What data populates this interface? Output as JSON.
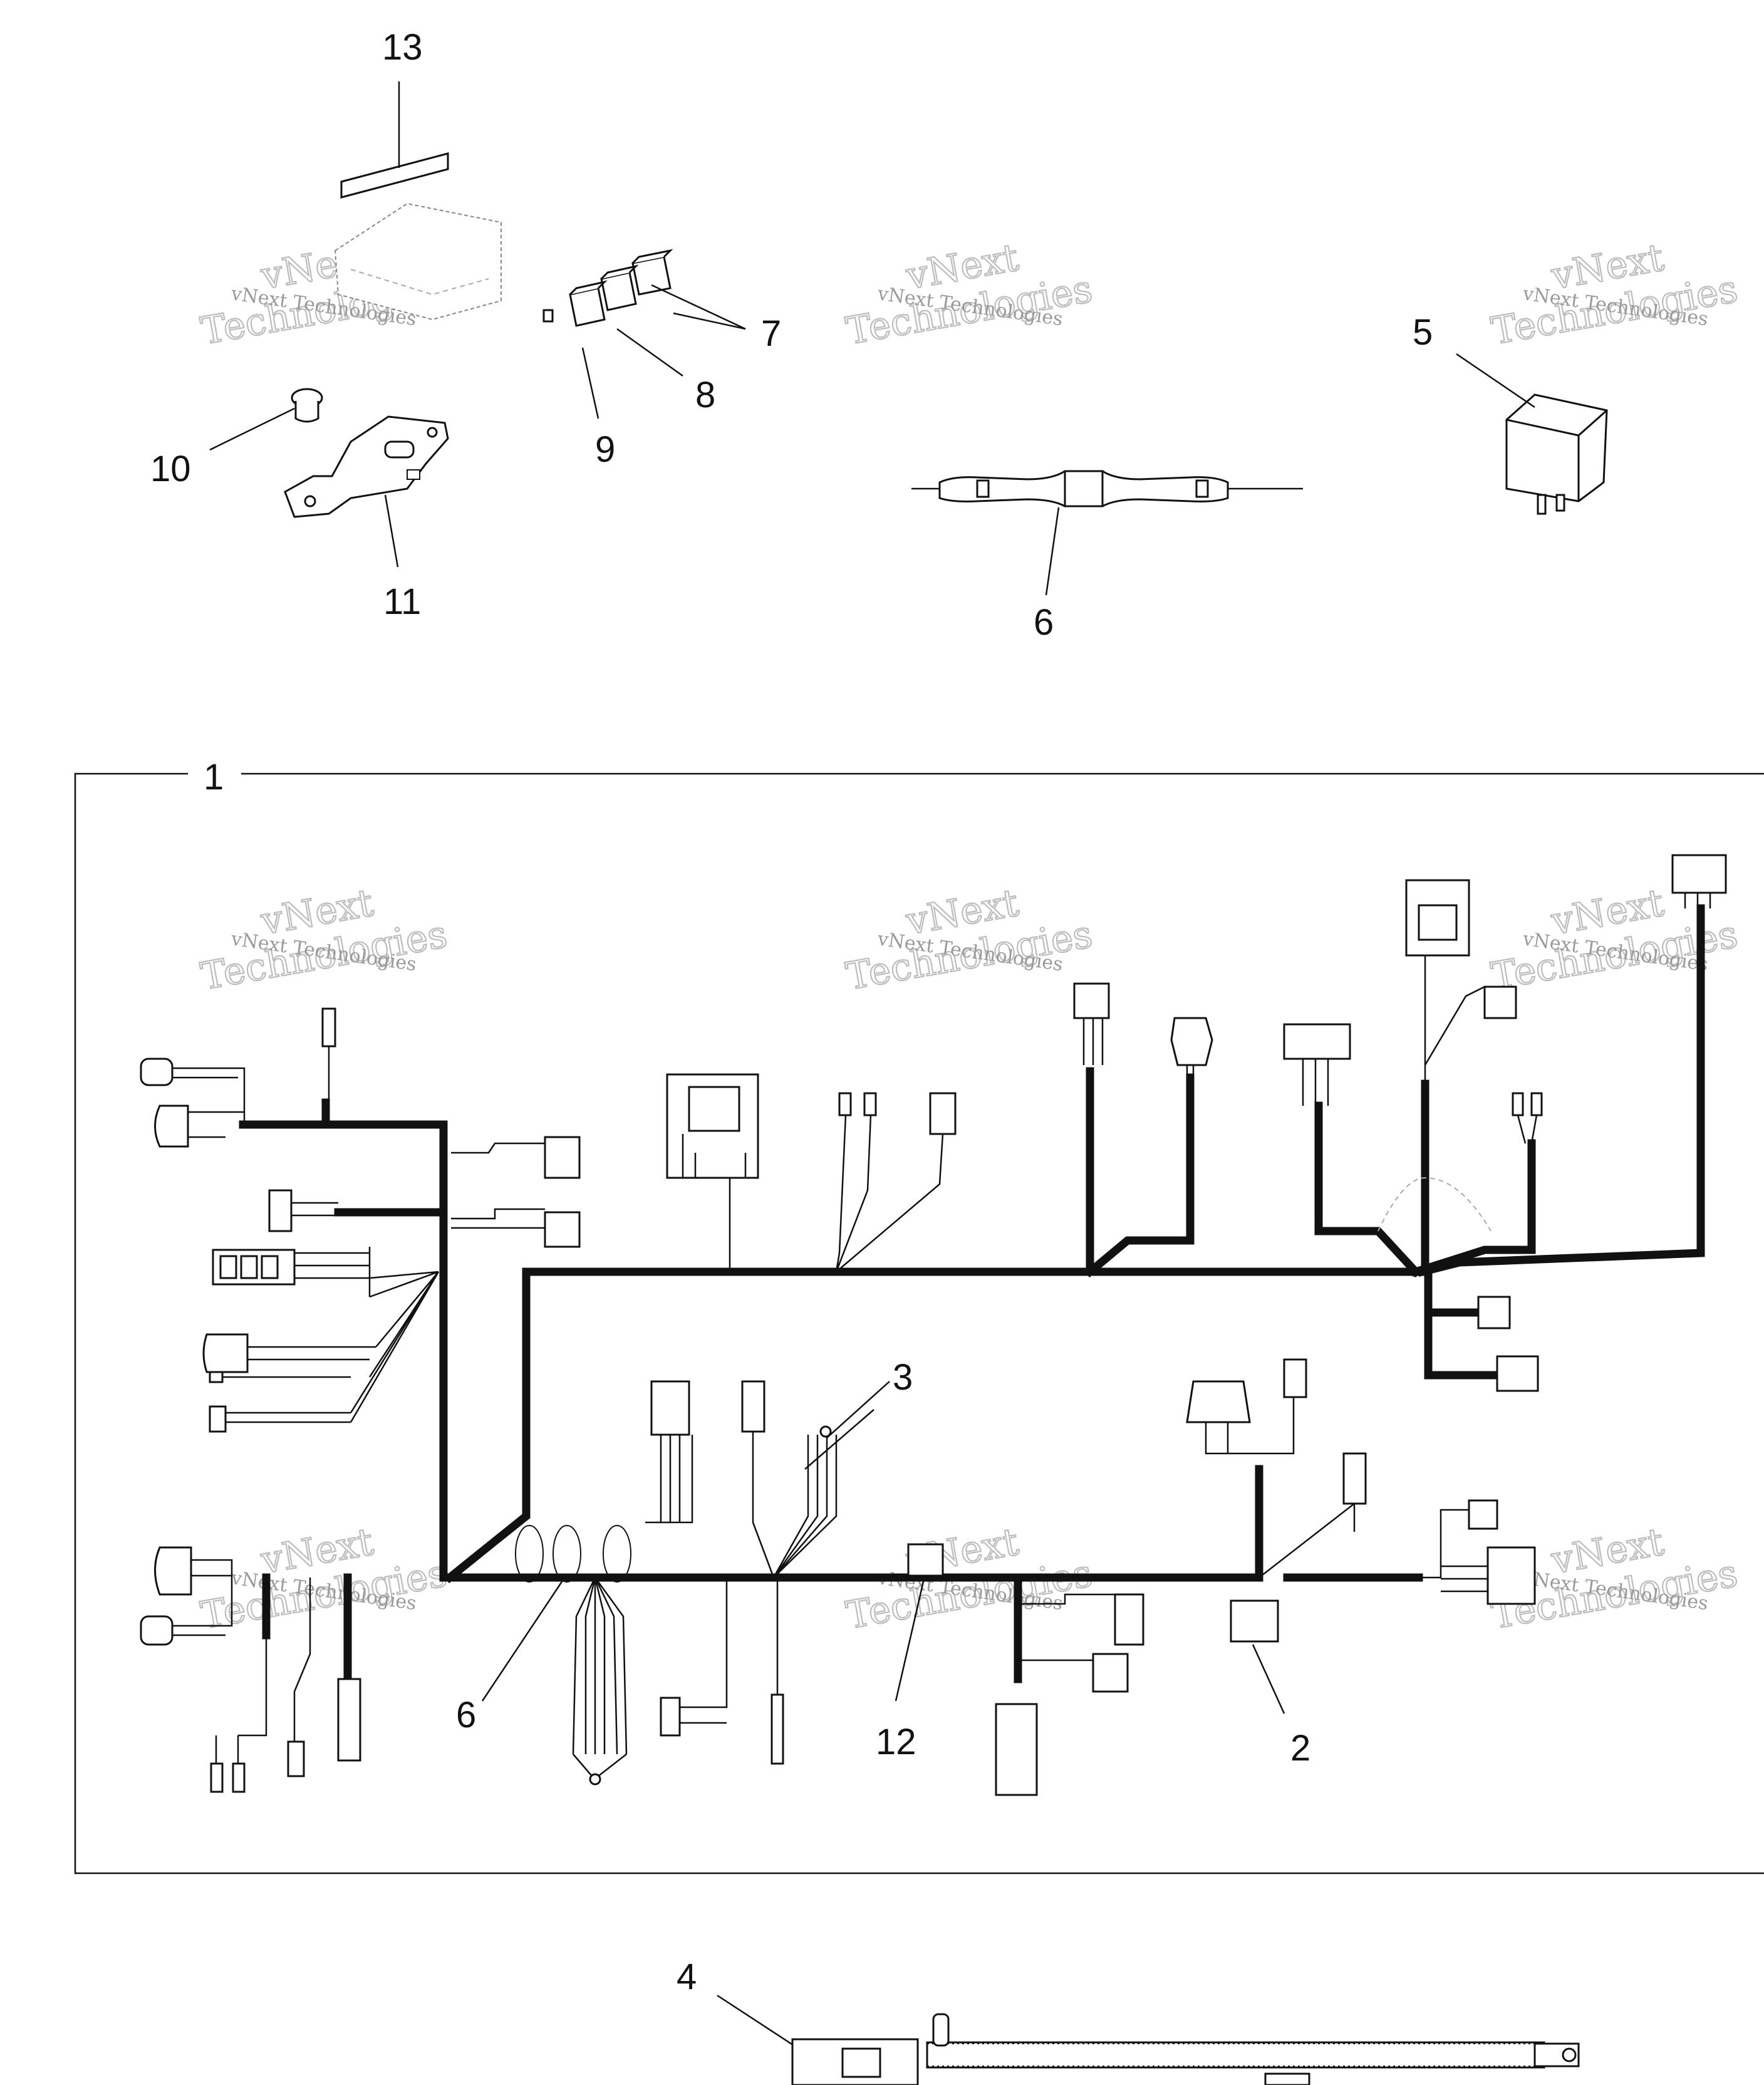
{
  "diagram": {
    "callouts": {
      "c13": "13",
      "c10": "10",
      "c11": "11",
      "c9": "9",
      "c8": "8",
      "c7": "7",
      "c6a": "6",
      "c5": "5",
      "c1": "1",
      "c3": "3",
      "c6b": "6",
      "c12": "12",
      "c2": "2",
      "c4": "4"
    },
    "watermark": {
      "brand": "vNext",
      "word": "Technologies",
      "line": "vNext Technologies"
    }
  }
}
